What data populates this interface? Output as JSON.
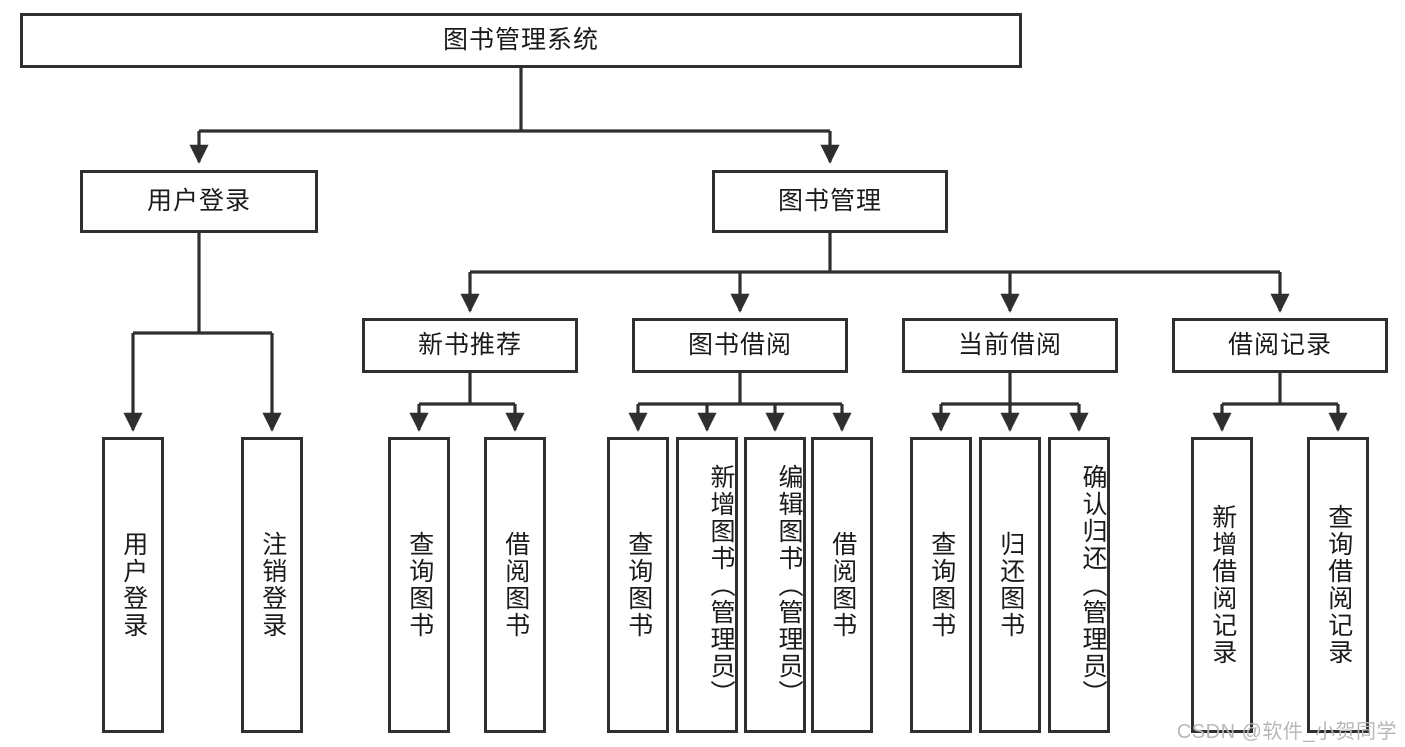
{
  "diagram": {
    "title": "图书管理系统",
    "type": "hierarchy-tree",
    "root": {
      "id": "root",
      "label": "图书管理系统"
    },
    "level2": [
      {
        "id": "user-login",
        "label": "用户登录"
      },
      {
        "id": "book-manage",
        "label": "图书管理"
      }
    ],
    "level3": [
      {
        "id": "new-book-recommend",
        "label": "新书推荐"
      },
      {
        "id": "book-borrow",
        "label": "图书借阅"
      },
      {
        "id": "current-borrow",
        "label": "当前借阅"
      },
      {
        "id": "borrow-record",
        "label": "借阅记录"
      }
    ],
    "leaves": [
      {
        "id": "leaf-user-login",
        "label": "用户登录",
        "parent": "user-login"
      },
      {
        "id": "leaf-user-logout",
        "label": "注销登录",
        "parent": "user-login"
      },
      {
        "id": "leaf-query-book-1",
        "label": "查询图书",
        "parent": "new-book-recommend"
      },
      {
        "id": "leaf-borrow-book-1",
        "label": "借阅图书",
        "parent": "new-book-recommend"
      },
      {
        "id": "leaf-query-book-2",
        "label": "查询图书",
        "parent": "book-borrow"
      },
      {
        "id": "leaf-add-book",
        "label": "新增图书（管理员）",
        "parent": "book-borrow"
      },
      {
        "id": "leaf-edit-book",
        "label": "编辑图书（管理员）",
        "parent": "book-borrow"
      },
      {
        "id": "leaf-borrow-book-2",
        "label": "借阅图书",
        "parent": "book-borrow"
      },
      {
        "id": "leaf-query-book-3",
        "label": "查询图书",
        "parent": "current-borrow"
      },
      {
        "id": "leaf-return-book",
        "label": "归还图书",
        "parent": "current-borrow"
      },
      {
        "id": "leaf-confirm-return",
        "label": "确认归还（管理员）",
        "parent": "current-borrow"
      },
      {
        "id": "leaf-add-record",
        "label": "新增借阅记录",
        "parent": "borrow-record"
      },
      {
        "id": "leaf-query-record",
        "label": "查询借阅记录",
        "parent": "borrow-record"
      }
    ],
    "colors": {
      "stroke": "#2f2f2f",
      "text": "#1b1b1b",
      "background": "#ffffff",
      "watermark": "#b8b8b8"
    }
  },
  "watermark": {
    "text": "CSDN @软件_小贺同学"
  }
}
